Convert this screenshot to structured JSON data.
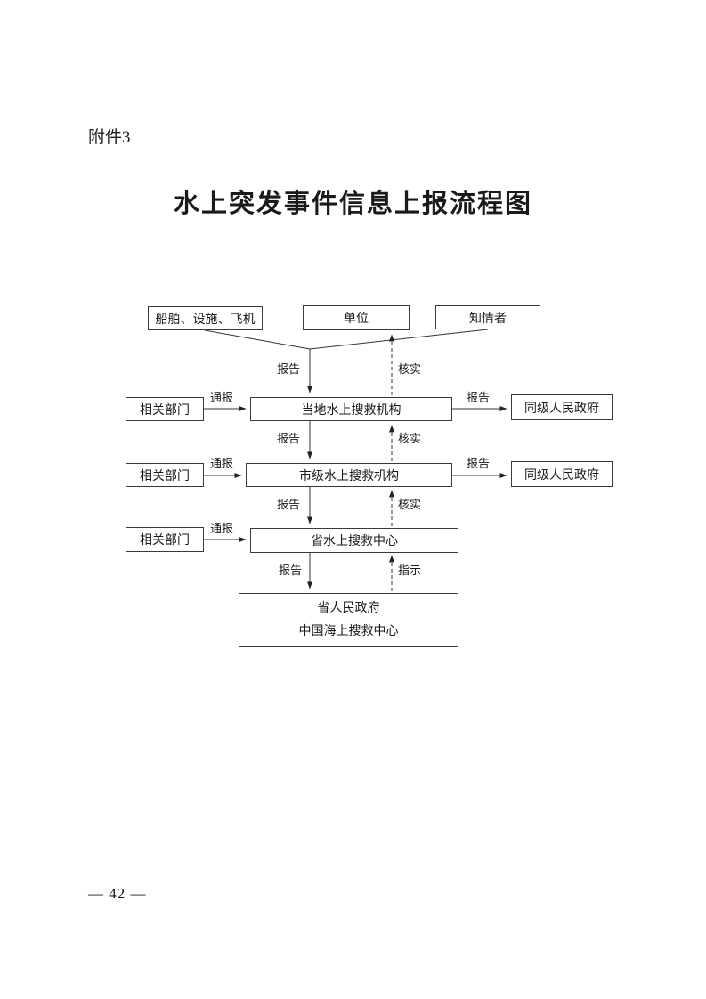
{
  "page": {
    "attachment_label": "附件3",
    "title": "水上突发事件信息上报流程图",
    "page_number": "— 42 —"
  },
  "flowchart": {
    "sources": {
      "ships": "船舶、设施、飞机",
      "unit": "单位",
      "witness": "知情者"
    },
    "centers": {
      "local": "当地水上搜救机构",
      "city": "市级水上搜救机构",
      "province": "省水上搜救中心",
      "gov_line1": "省人民政府",
      "gov_line2": "中国海上搜救中心"
    },
    "side": {
      "related_dept": "相关部门",
      "same_level_gov": "同级人民政府"
    },
    "edges": {
      "report": "报告",
      "verify": "核实",
      "notify": "通报",
      "instruct": "指示"
    }
  }
}
